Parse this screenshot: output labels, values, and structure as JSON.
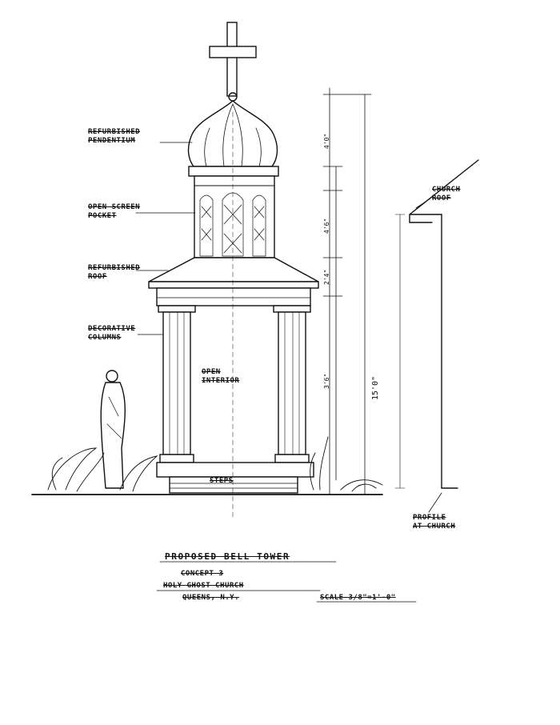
{
  "callouts": {
    "refurbished_pendentium": [
      "REFURBISHED",
      "PENDENTIUM"
    ],
    "open_screen_pocket": [
      "OPEN SCREEN",
      "POCKET"
    ],
    "roof": [
      "REFURBISHED",
      "ROOF"
    ],
    "decorative_columns": [
      "DECORATIVE",
      "COLUMNS"
    ],
    "open_interior": [
      "OPEN",
      "INTERIOR"
    ],
    "church_roof": [
      "CHURCH",
      "ROOF"
    ],
    "steps": "STEPS",
    "profile_church": [
      "PROFILE",
      "AT CHURCH"
    ]
  },
  "dimensions": {
    "overall_height": "15'0\"",
    "seg1": "4'0\"",
    "seg2": "4'6\"",
    "seg3": "2'4\"",
    "seg4": "3'6\""
  },
  "title_block": {
    "title": "PROPOSED BELL TOWER",
    "concept": "CONCEPT 3",
    "church": "HOLY GHOST CHURCH",
    "location": "QUEENS, N.Y.",
    "scale": "SCALE 3/8\"=1'-0\""
  },
  "colors": {
    "ink": "#111111",
    "paper": "#ffffff"
  },
  "icons": {
    "cross": "cross-icon",
    "statue": "statue-figure",
    "plants": "plant-foliage"
  }
}
